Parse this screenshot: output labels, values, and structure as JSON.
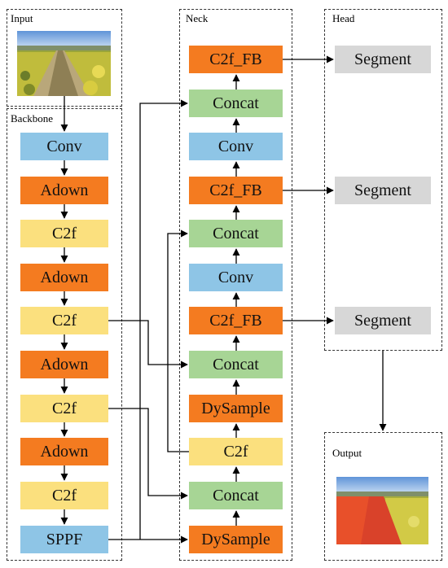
{
  "groups": {
    "input": "Input",
    "backbone": "Backbone",
    "neck": "Neck",
    "head": "Head",
    "output": "Output"
  },
  "backbone": {
    "blocks": [
      "Conv",
      "Adown",
      "C2f",
      "Adown",
      "C2f",
      "Adown",
      "C2f",
      "Adown",
      "C2f",
      "SPPF"
    ]
  },
  "neck": {
    "blocks": [
      "C2f_FB",
      "Concat",
      "Conv",
      "C2f_FB",
      "Concat",
      "Conv",
      "C2f_FB",
      "Concat",
      "DySample",
      "C2f",
      "Concat",
      "DySample"
    ]
  },
  "head": {
    "blocks": [
      "Segment",
      "Segment",
      "Segment"
    ]
  },
  "colors": {
    "conv": "#8ec5e6",
    "adown": "#f47b20",
    "c2f": "#fbe07e",
    "concat": "#a7d595",
    "segment": "#d7d7d7",
    "segmentation_mask": "#e8502a"
  }
}
